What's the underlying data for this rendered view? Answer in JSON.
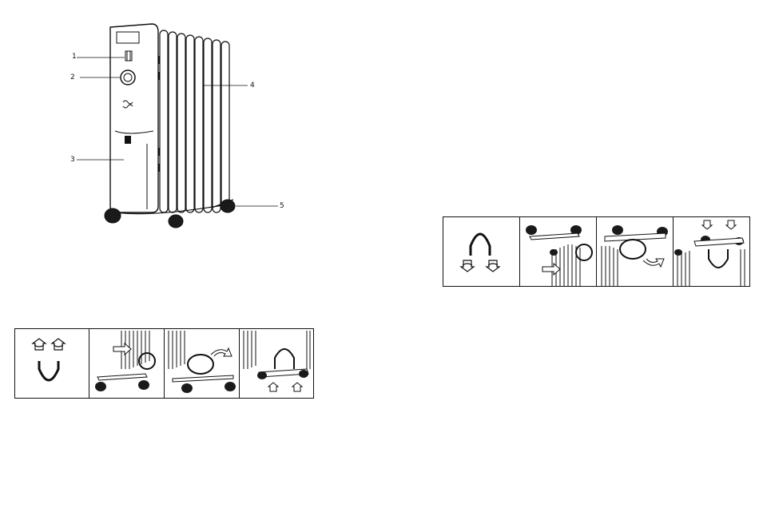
{
  "figure": {
    "callouts": [
      "1",
      "2",
      "3",
      "4",
      "5"
    ],
    "parts": [
      "control-panel",
      "thermostat-knob",
      "body",
      "fins",
      "wheel"
    ]
  },
  "strips": {
    "wheels_mounting": {
      "steps": 4
    },
    "wheels_mounting_mirror": {
      "steps": 4
    }
  },
  "colors": {
    "line": "#111111",
    "fill": "#ffffff",
    "dark": "#1a1a1a",
    "grey": "#9a9a9a"
  }
}
